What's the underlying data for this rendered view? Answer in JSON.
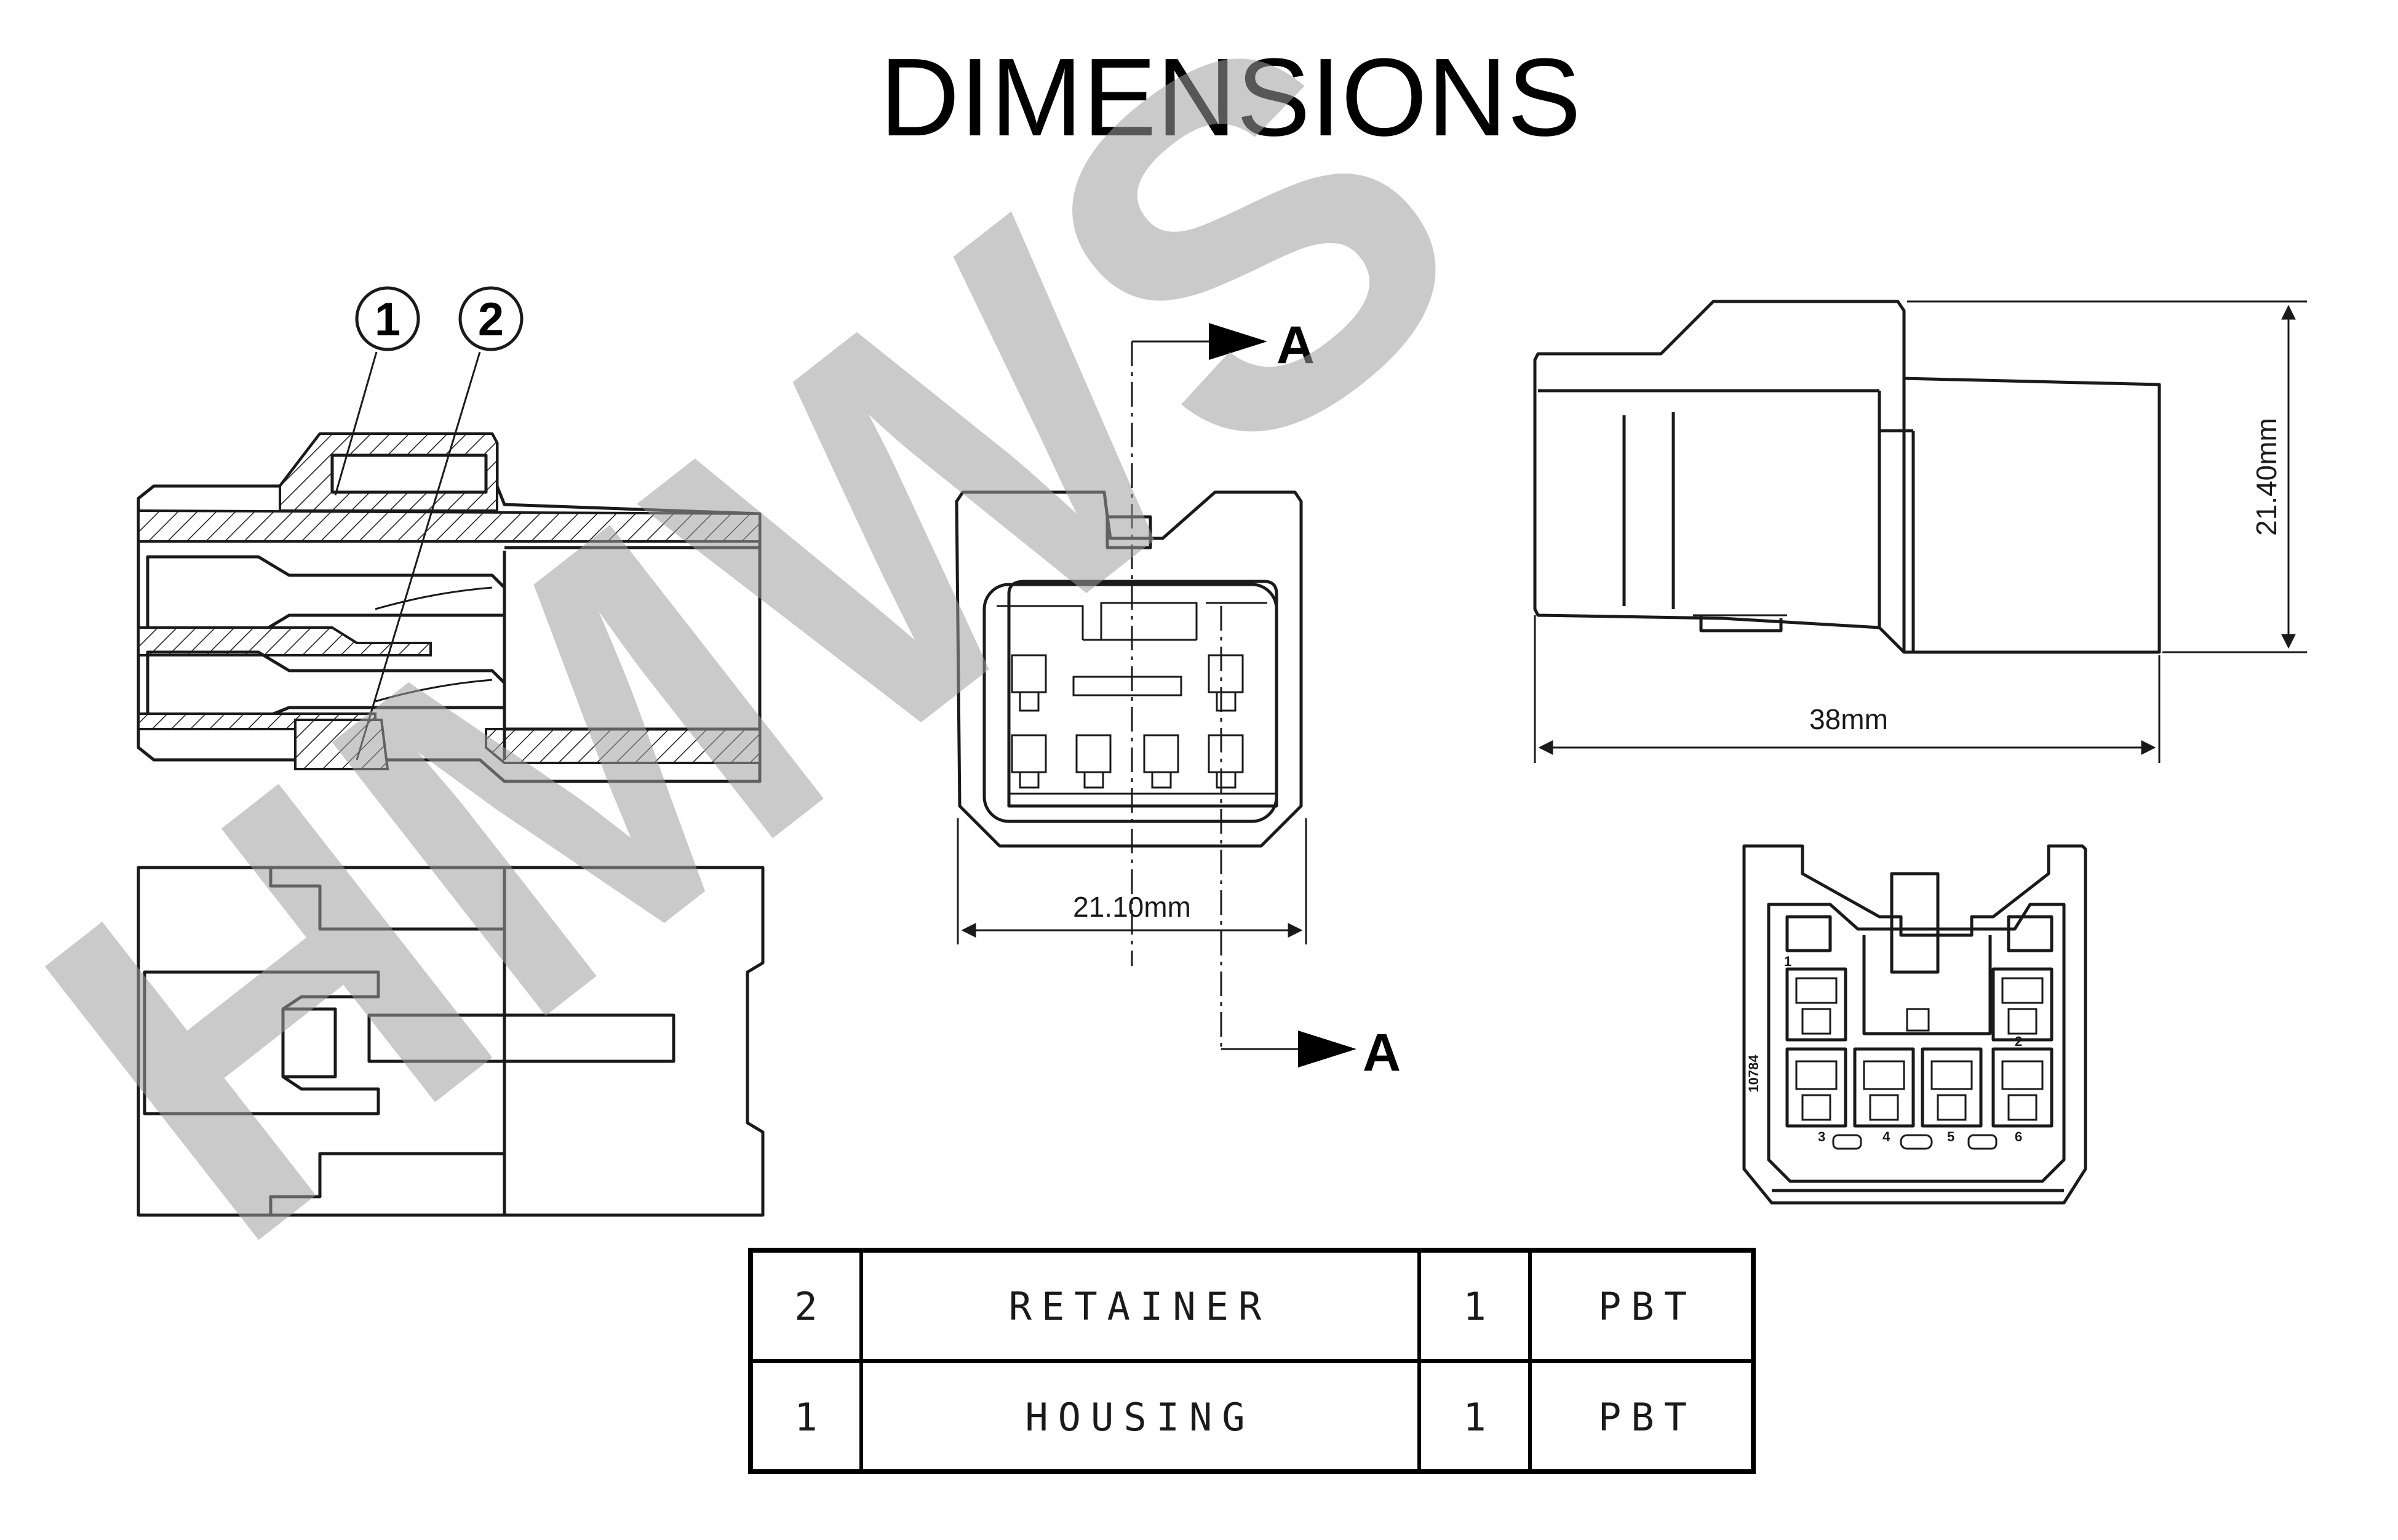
{
  "title": "DIMENSIONS",
  "watermark": "HMWS",
  "section_marker": "A",
  "balloons": [
    "1",
    "2"
  ],
  "dimensions": {
    "front_width": "21.10mm",
    "side_length": "38mm",
    "side_height": "21.40mm"
  },
  "rear_view": {
    "pin_labels": [
      "1",
      "2",
      "3",
      "4",
      "5",
      "6"
    ],
    "mold_mark": "10784"
  },
  "bom": {
    "rows": [
      {
        "item": "2",
        "description": "RETAINER",
        "qty": "1",
        "material": "PBT"
      },
      {
        "item": "1",
        "description": "HOUSING",
        "qty": "1",
        "material": "PBT"
      }
    ]
  },
  "colors": {
    "line": "#1a1a1a",
    "watermark": "#9e9e9e"
  }
}
